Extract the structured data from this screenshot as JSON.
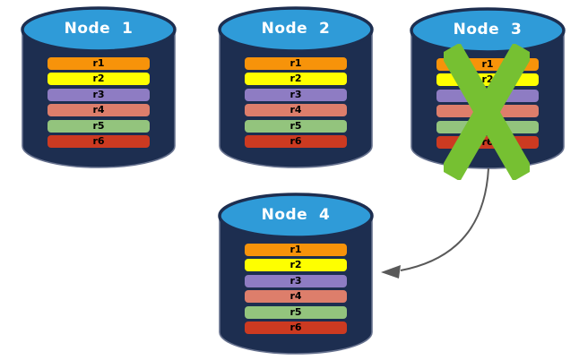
{
  "diagram": {
    "colors": {
      "background": "#FFFFFF",
      "cylinder-body": "#1D2E50",
      "cylinder-edge": "#66718E",
      "cylinder-top": "#2F9BD8",
      "x-mark": "#76C032",
      "arrow": "#595959",
      "title-text": "#FFFFFF",
      "row-text": "#000000"
    },
    "row_set": [
      {
        "label": "r1",
        "color": "#F7930A"
      },
      {
        "label": "r2",
        "color": "#FEFF00"
      },
      {
        "label": "r3",
        "color": "#8E7CC3"
      },
      {
        "label": "r4",
        "color": "#DD7E6B"
      },
      {
        "label": "r5",
        "color": "#93C47D"
      },
      {
        "label": "r6",
        "color": "#CC3A21"
      }
    ],
    "nodes": [
      {
        "title": "Node  1",
        "failed": false
      },
      {
        "title": "Node  2",
        "failed": false
      },
      {
        "title": "Node  3",
        "failed": true
      },
      {
        "title": "Node  4",
        "failed": false
      }
    ]
  }
}
